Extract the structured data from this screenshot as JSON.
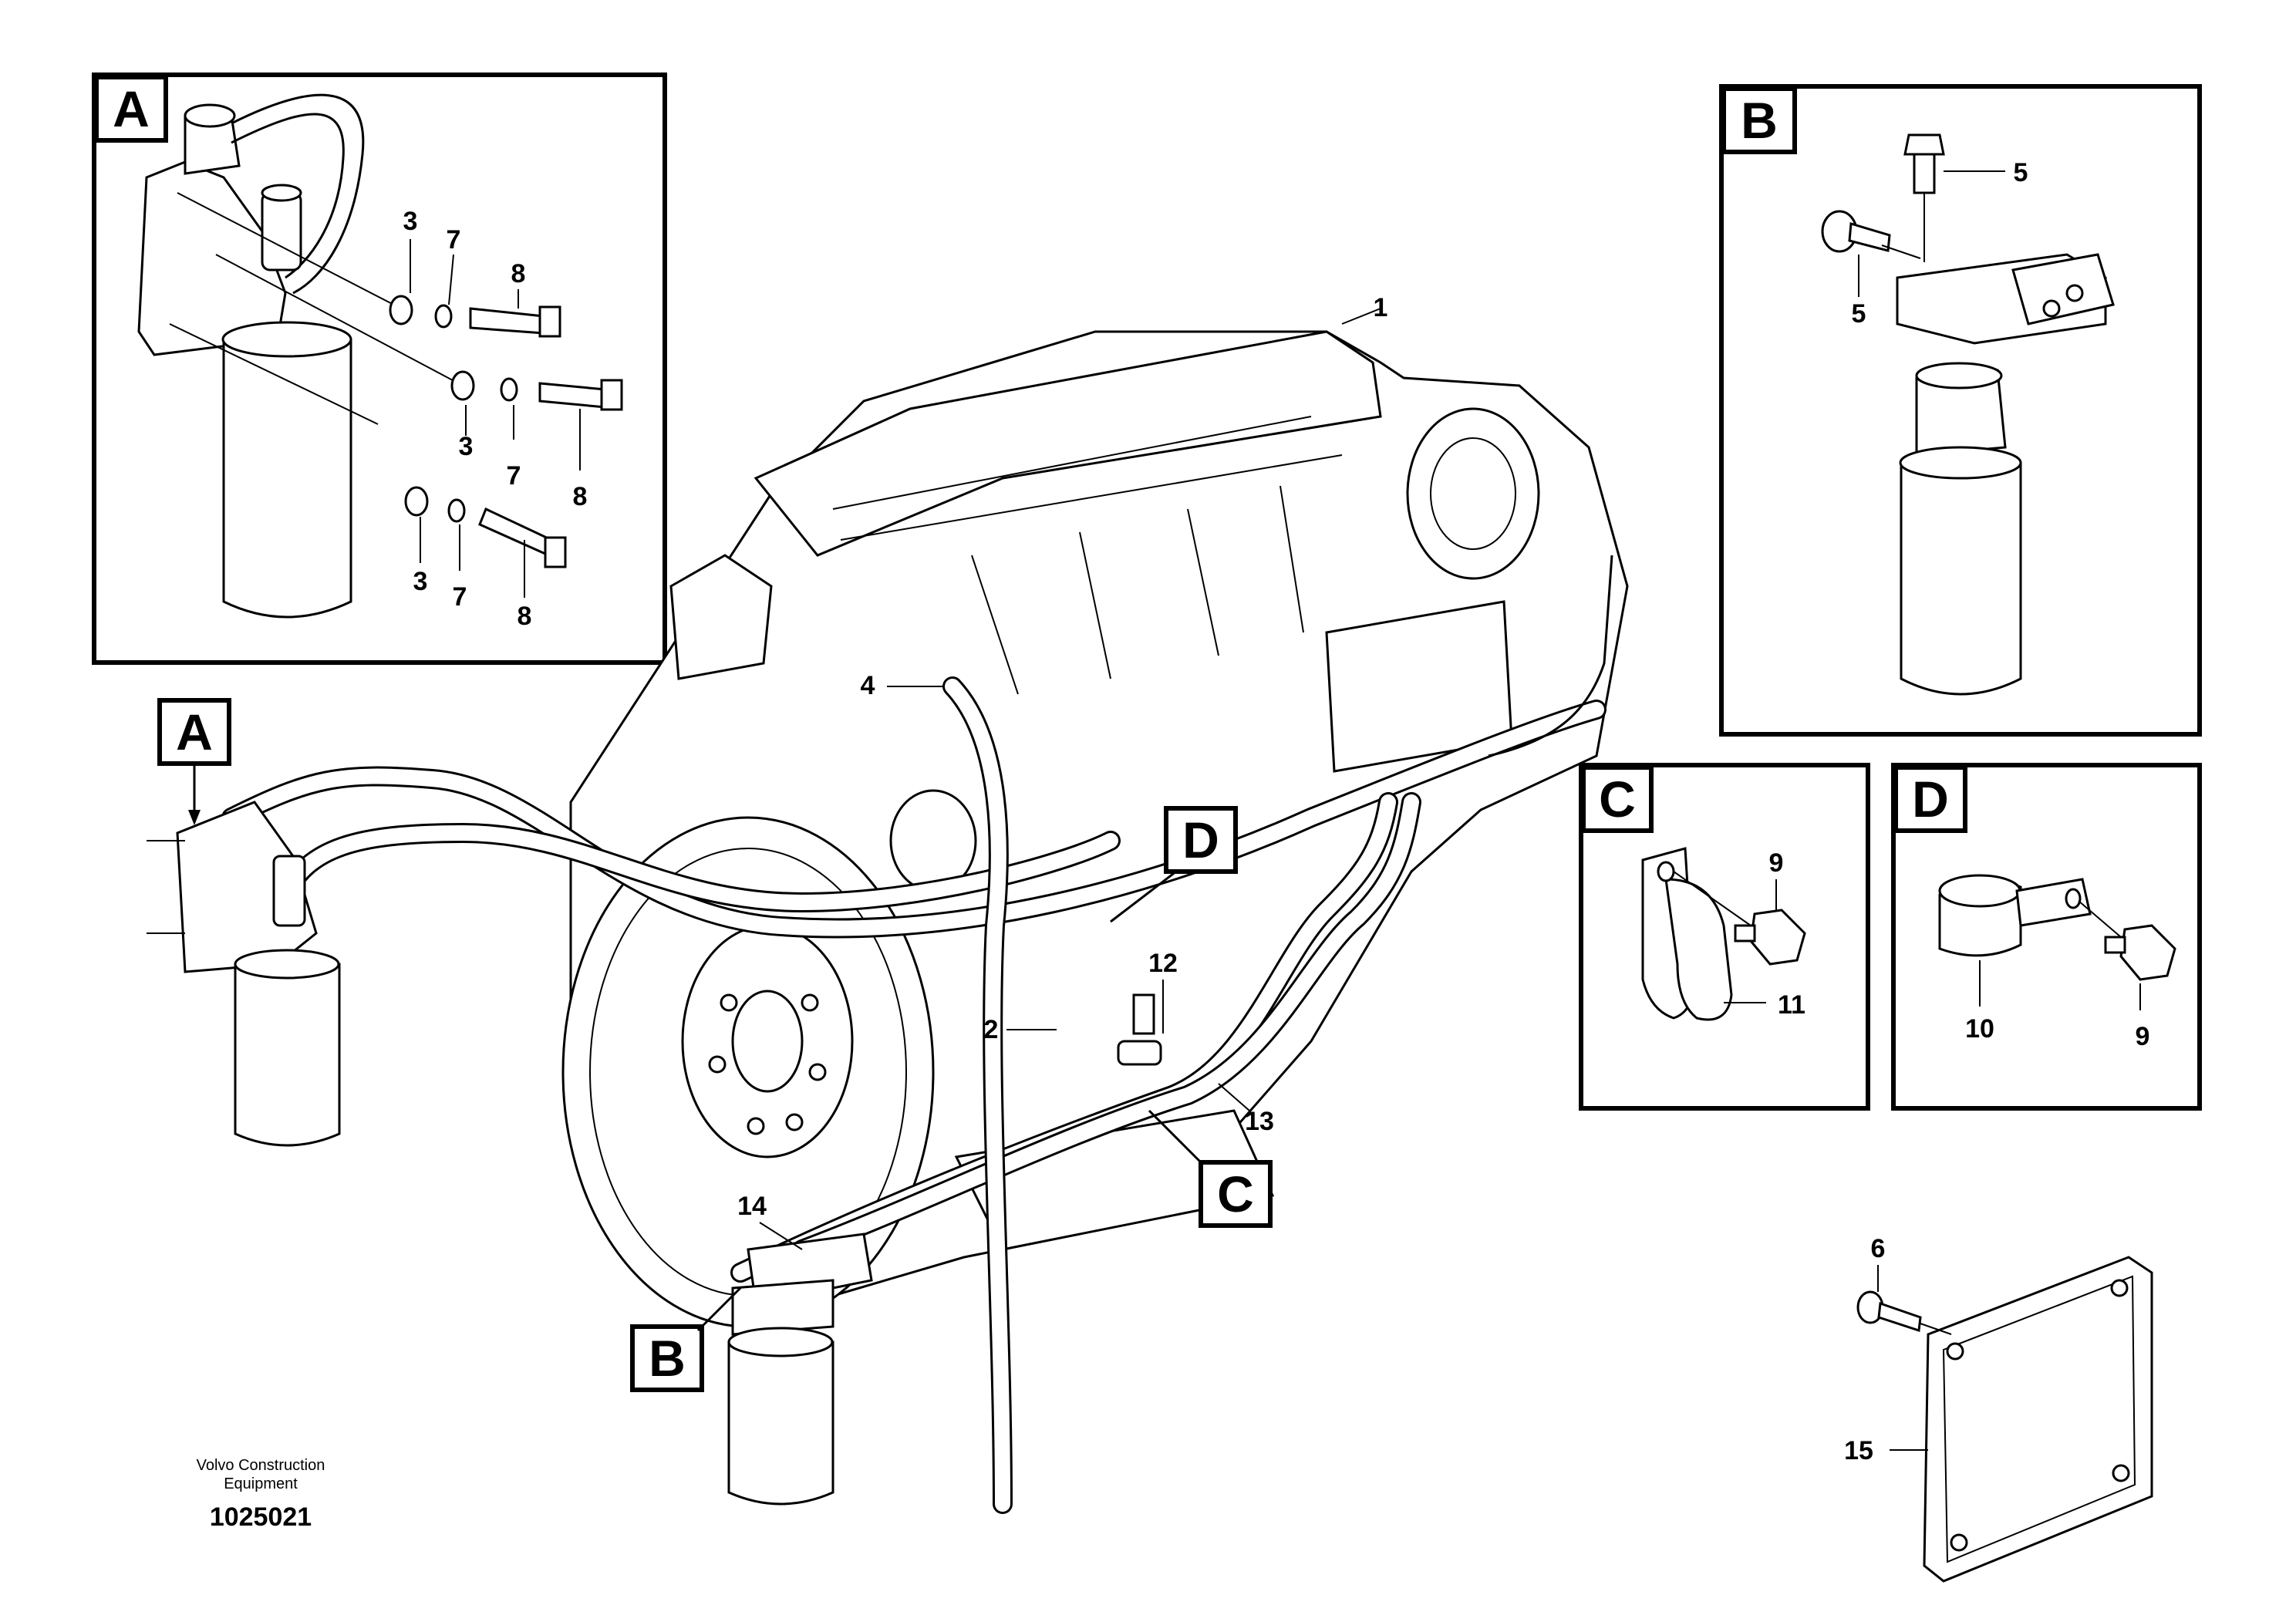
{
  "detail_views": {
    "A": {
      "label": "A",
      "callouts": [
        "3",
        "7",
        "8",
        "3",
        "7",
        "8",
        "3",
        "7",
        "8"
      ]
    },
    "B": {
      "label": "B",
      "callouts": [
        "5",
        "5"
      ]
    },
    "C": {
      "label": "C",
      "callouts": [
        "9",
        "11"
      ]
    },
    "D": {
      "label": "D",
      "callouts": [
        "10",
        "9"
      ]
    }
  },
  "main_view": {
    "callouts": [
      "1",
      "4",
      "2",
      "12",
      "13",
      "14",
      "6",
      "15"
    ],
    "reference_tags": [
      "A",
      "D",
      "C",
      "B"
    ]
  },
  "footer": {
    "publisher_line1": "Volvo Construction",
    "publisher_line2": "Equipment",
    "document_number": "1025021"
  }
}
